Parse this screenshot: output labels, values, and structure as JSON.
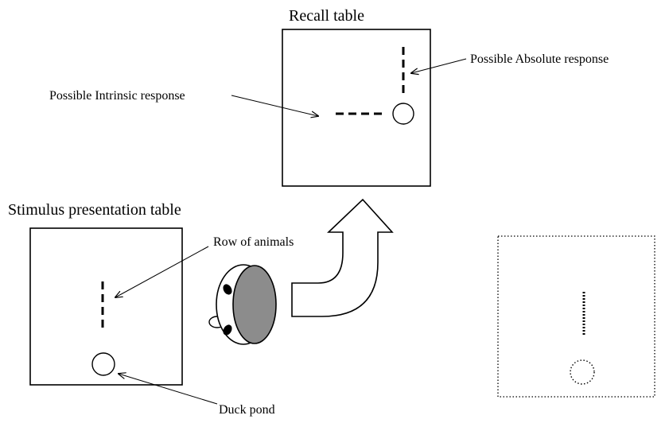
{
  "labels": {
    "recall_table": "Recall table",
    "stimulus_table": "Stimulus presentation table",
    "absolute_response": "Possible Absolute response",
    "intrinsic_response": "Possible Intrinsic response",
    "row_of_animals": "Row of animals",
    "duck_pond": "Duck pond"
  },
  "colors": {
    "stroke": "#000000",
    "head_fill": "#8c8c8c",
    "background": "#ffffff"
  },
  "icons": [
    "observer-head-icon",
    "turn-arrow-icon",
    "duck-pond-icon",
    "animal-row-icon"
  ]
}
